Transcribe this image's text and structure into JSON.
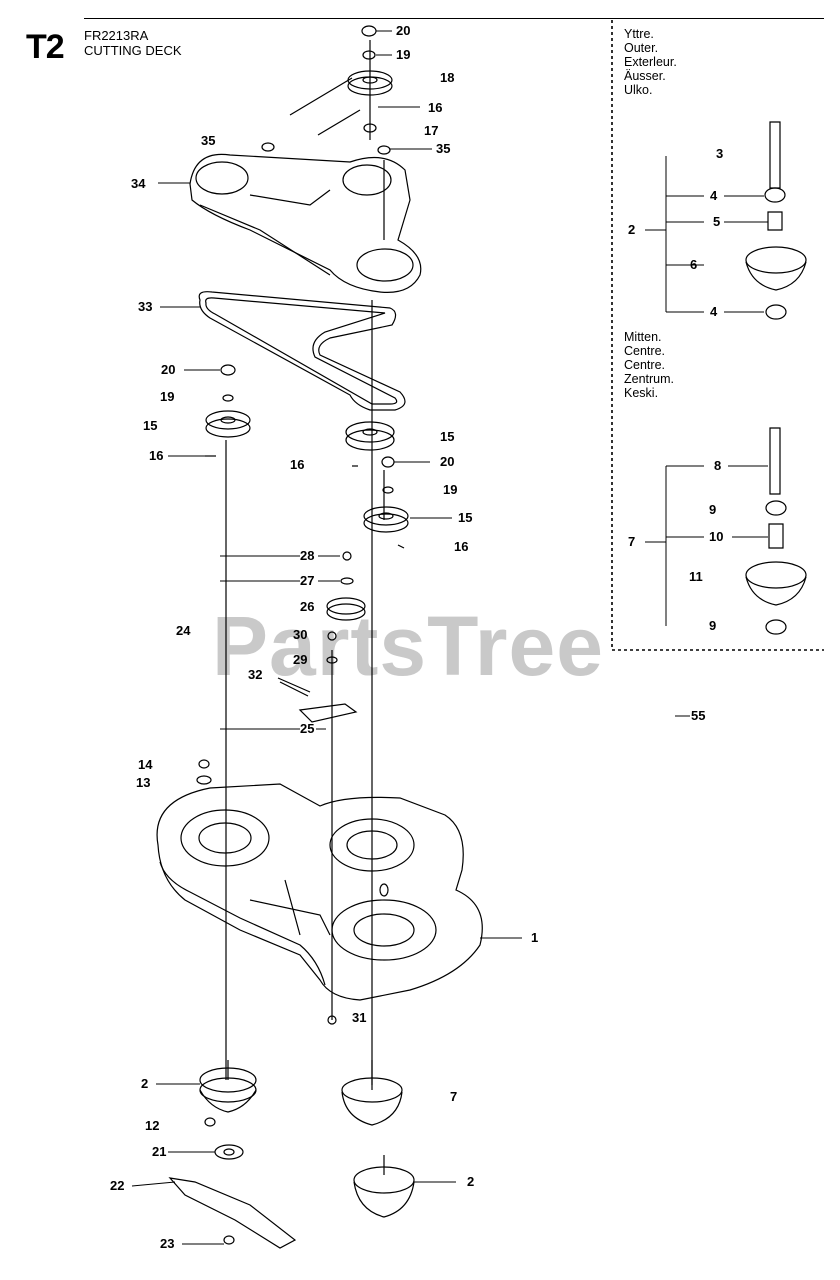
{
  "header": {
    "code": "T2",
    "model": "FR2213RA",
    "title": "CUTTING DECK"
  },
  "watermark": "PartsTree",
  "languages": {
    "outer": [
      "Yttre.",
      "Outer.",
      "Exterleur.",
      "Äusser.",
      "Ulko."
    ],
    "center": [
      "Mitten.",
      "Centre.",
      "Centre.",
      "Zentrum.",
      "Keski."
    ]
  },
  "labels": {
    "l20a": "20",
    "l19a": "19",
    "l18": "18",
    "l16a": "16",
    "l17": "17",
    "l35a": "35",
    "l35b": "35",
    "l34": "34",
    "l33": "33",
    "l20b": "20",
    "l19b": "19",
    "l15a": "15",
    "l16b": "16",
    "l16c": "16",
    "l15b": "15",
    "l20c": "20",
    "l19c": "19",
    "l15c": "15",
    "l16d": "16",
    "l28": "28",
    "l27": "27",
    "l26": "26",
    "l24": "24",
    "l30": "30",
    "l29": "29",
    "l32": "32",
    "l25": "25",
    "l14": "14",
    "l13": "13",
    "l1": "1",
    "l31": "31",
    "l2a": "2",
    "l7a": "7",
    "l12": "12",
    "l21": "21",
    "l22": "22",
    "l2b": "2",
    "l23": "23",
    "r3": "3",
    "r4a": "4",
    "r2": "2",
    "r5": "5",
    "r6": "6",
    "r4b": "4",
    "r8": "8",
    "r9a": "9",
    "r7": "7",
    "r10": "10",
    "r11": "11",
    "r9b": "9",
    "r55": "55"
  }
}
